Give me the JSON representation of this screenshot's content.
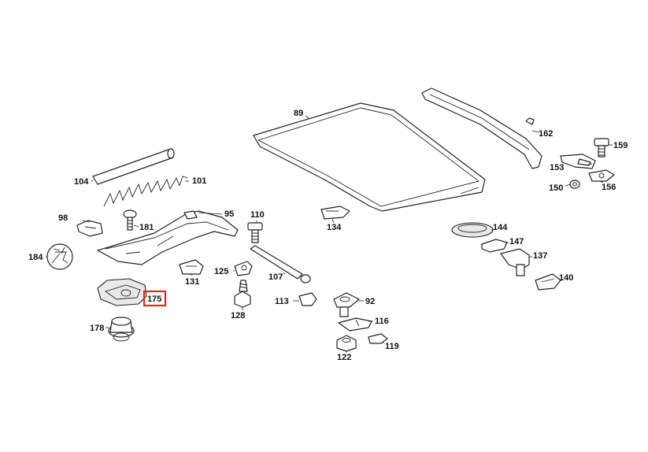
{
  "labels": {
    "p89": "89",
    "p162": "162",
    "p159": "159",
    "p153": "153",
    "p150": "150",
    "p156": "156",
    "p104": "104",
    "p101": "101",
    "p98": "98",
    "p181": "181",
    "p95": "95",
    "p110": "110",
    "p134": "134",
    "p144": "144",
    "p147": "147",
    "p137": "137",
    "p140": "140",
    "p184": "184",
    "p131": "131",
    "p125": "125",
    "p107": "107",
    "p175": "175",
    "p113": "113",
    "p92": "92",
    "p128": "128",
    "p116": "116",
    "p178": "178",
    "p119": "119",
    "p122": "122"
  },
  "highlight": {
    "part": "175",
    "color": "#e0281e"
  }
}
